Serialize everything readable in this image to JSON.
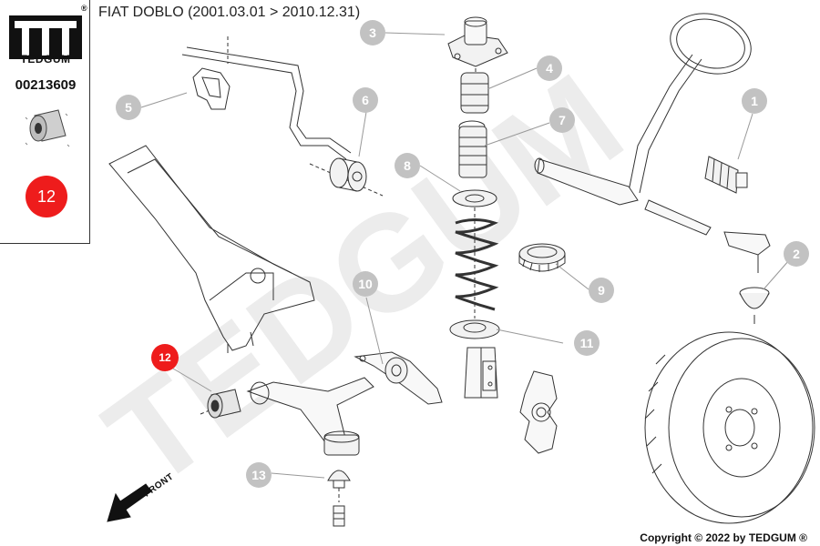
{
  "header": {
    "title": "FIAT DOBLO  (2001.03.01 > 2010.12.31)"
  },
  "sidebar": {
    "brand": "TEDGUM",
    "registered_mark": "®",
    "part_number": "00213609",
    "position_badge": "12",
    "badge_color": "#ee1c1c"
  },
  "diagram": {
    "watermark_text": "TEDGUM",
    "front_label": "FRONT",
    "callout_color": "#c2c2c2",
    "highlight_color": "#ee1c1c",
    "highlighted_callout": "12",
    "callouts": [
      "1",
      "2",
      "3",
      "4",
      "5",
      "6",
      "7",
      "8",
      "9",
      "10",
      "11",
      "12",
      "13"
    ]
  },
  "footer": {
    "copyright": "Copyright © 2022 by TEDGUM ®"
  }
}
